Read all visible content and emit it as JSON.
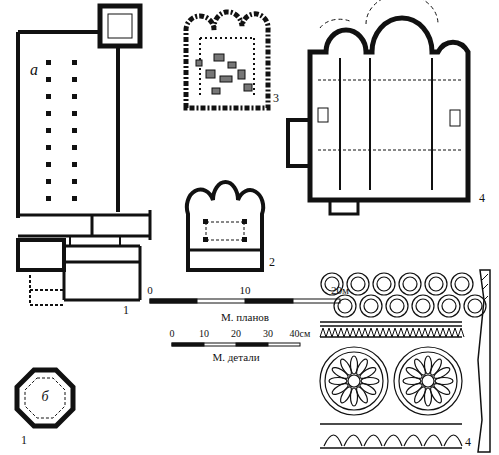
{
  "diagram": {
    "labels": [
      "а",
      "1",
      "б",
      "1",
      "3",
      "2",
      "4",
      "0",
      "10",
      "20м",
      "М. планов",
      "0",
      "10",
      "20",
      "30",
      "40см",
      "М. детали",
      "4"
    ]
  }
}
